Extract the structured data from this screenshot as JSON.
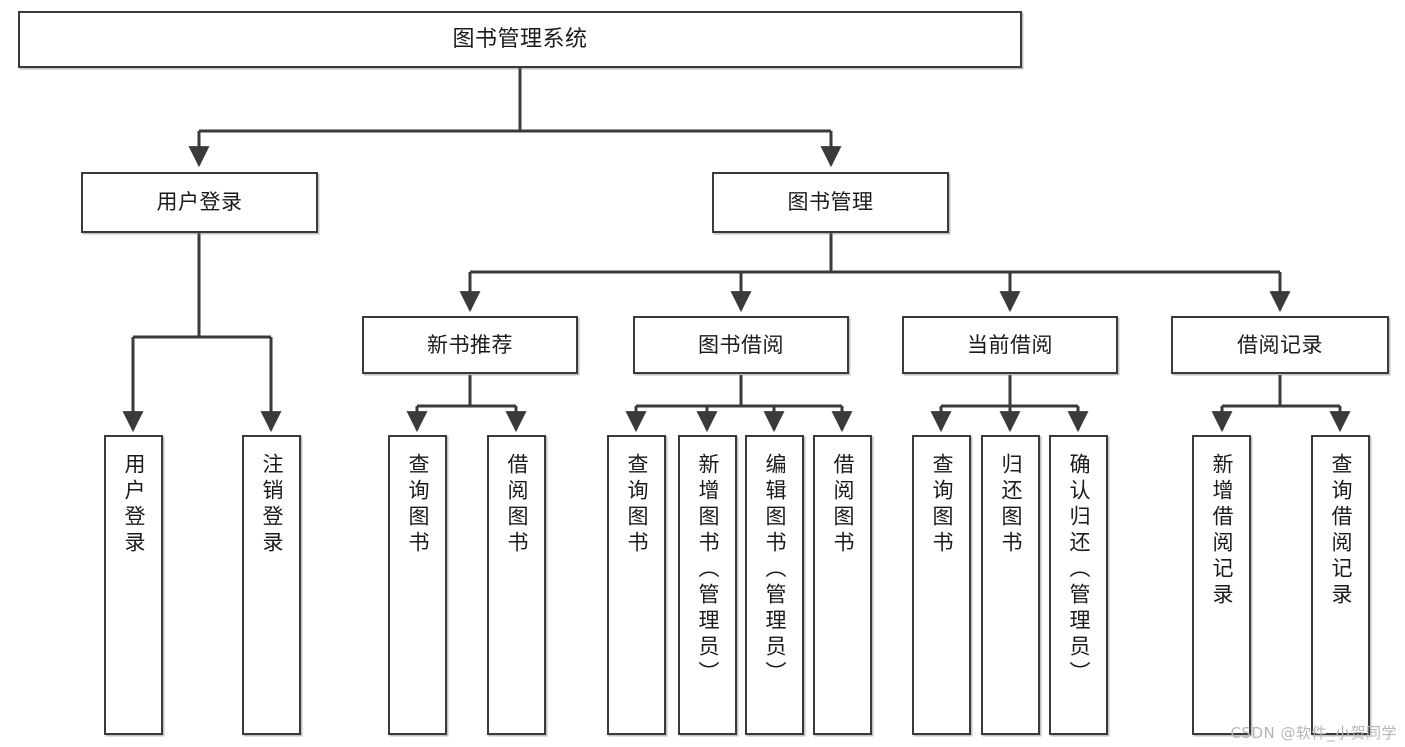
{
  "diagram": {
    "title": "图书管理系统",
    "type": "tree",
    "watermark": "CSDN @软件_小贺同学",
    "colors": {
      "box_border": "#3a3a3a",
      "box_fill": "#ffffff",
      "connector": "#3a3a3a",
      "text": "#1b1b1b",
      "watermark": "#b6b6b6",
      "background": "#ffffff"
    },
    "nodes": {
      "root": {
        "label": "图书管理系统"
      },
      "level2": [
        {
          "id": "user-login",
          "label": "用户登录"
        },
        {
          "id": "book-manage",
          "label": "图书管理"
        }
      ],
      "level3": [
        {
          "id": "new-book-recommend",
          "label": "新书推荐"
        },
        {
          "id": "book-borrow",
          "label": "图书借阅"
        },
        {
          "id": "current-borrow",
          "label": "当前借阅"
        },
        {
          "id": "borrow-record",
          "label": "借阅记录"
        }
      ],
      "leaves": {
        "user_login": [
          {
            "id": "leaf-user-login",
            "label": "用户登录"
          },
          {
            "id": "leaf-logout-login",
            "label": "注销登录"
          }
        ],
        "new_book_recommend": [
          {
            "id": "leaf-query-book-1",
            "label": "查询图书"
          },
          {
            "id": "leaf-borrow-book-1",
            "label": "借阅图书"
          }
        ],
        "book_borrow": [
          {
            "id": "leaf-query-book-2",
            "label": "查询图书"
          },
          {
            "id": "leaf-add-book-admin",
            "label": "新增图书（管理员）"
          },
          {
            "id": "leaf-edit-book-admin",
            "label": "编辑图书（管理员）"
          },
          {
            "id": "leaf-borrow-book-2",
            "label": "借阅图书"
          }
        ],
        "current_borrow": [
          {
            "id": "leaf-query-book-3",
            "label": "查询图书"
          },
          {
            "id": "leaf-return-book",
            "label": "归还图书"
          },
          {
            "id": "leaf-confirm-return-admin",
            "label": "确认归还（管理员）"
          }
        ],
        "borrow_record": [
          {
            "id": "leaf-add-borrow-record",
            "label": "新增借阅记录"
          },
          {
            "id": "leaf-query-borrow-record",
            "label": "查询借阅记录"
          }
        ]
      }
    }
  }
}
